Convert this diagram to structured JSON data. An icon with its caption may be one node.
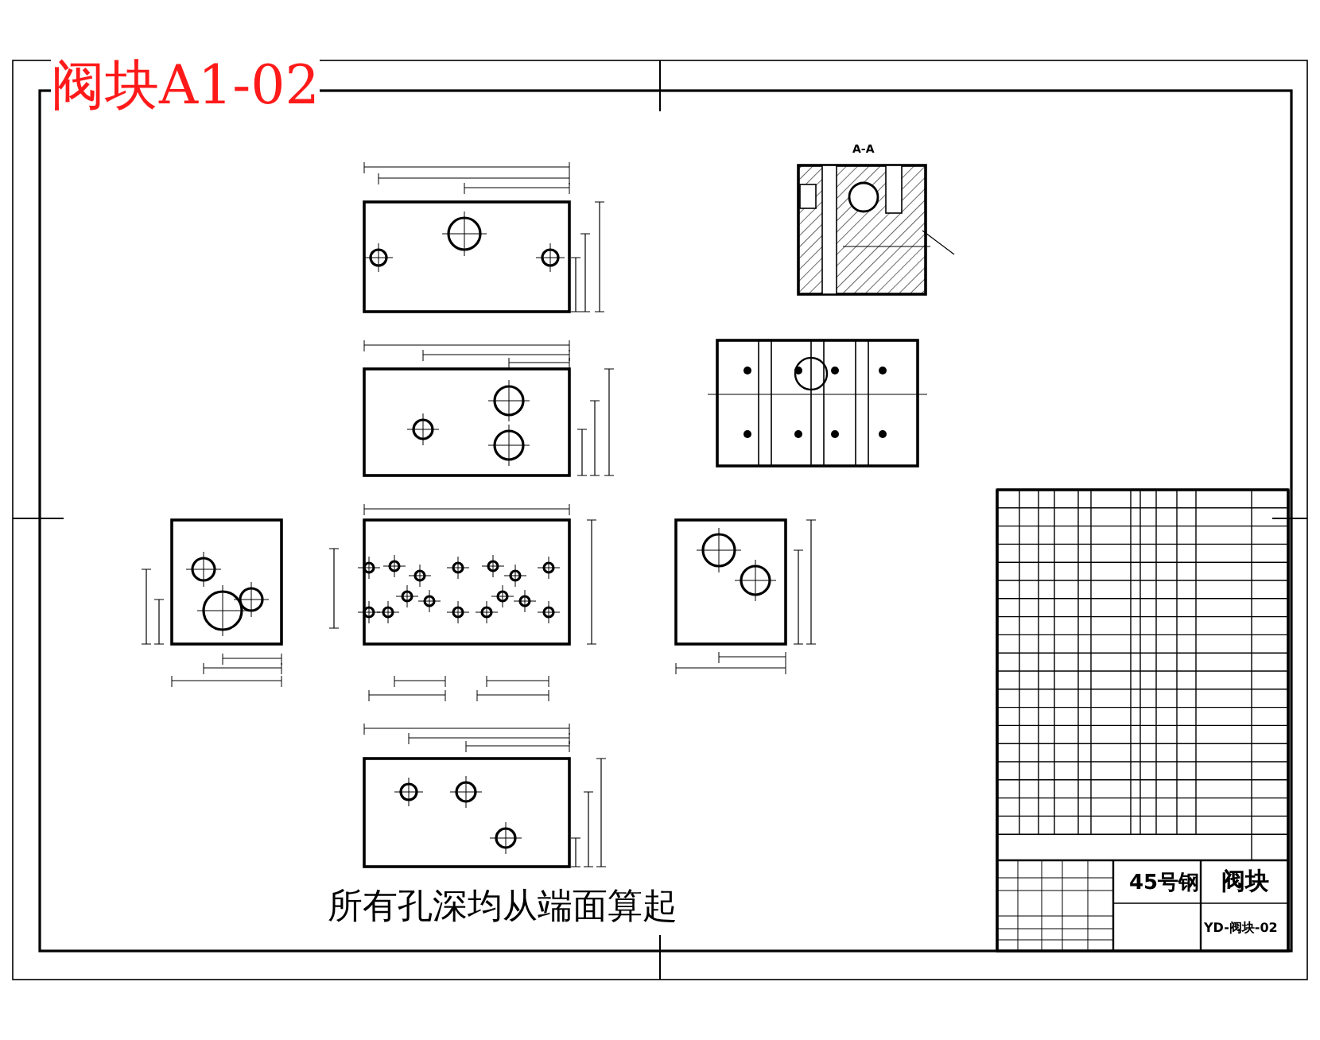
{
  "diagram": {
    "title": "阀块A1-02",
    "labels": [
      "A-A",
      "所有孔深均从端面算起",
      "45号钢",
      "阀块",
      "YD-阀块-02"
    ]
  }
}
